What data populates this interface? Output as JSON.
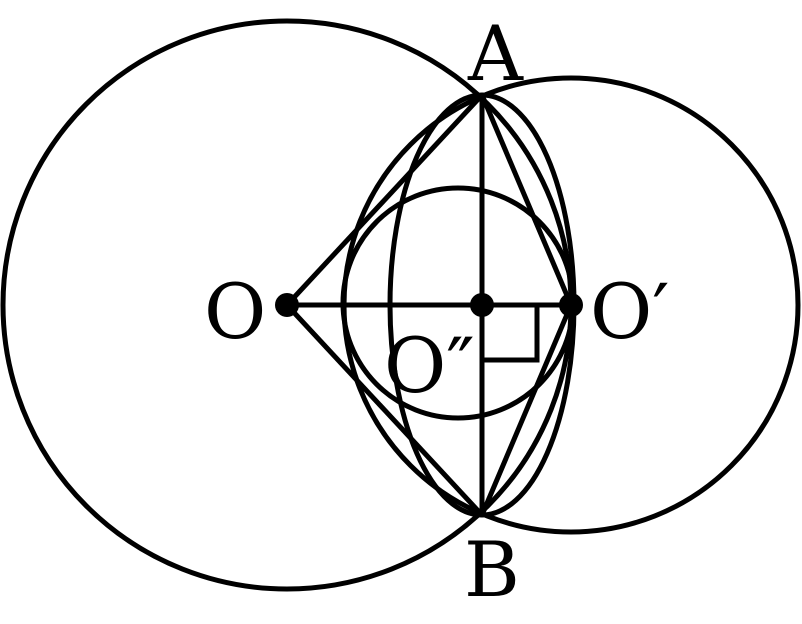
{
  "diagram": {
    "labels": {
      "A": "A",
      "B": "B",
      "O": "O",
      "O_prime": "O′",
      "O_double_prime": "O″"
    },
    "colors": {
      "stroke": "#000000",
      "background": "#ffffff"
    }
  }
}
